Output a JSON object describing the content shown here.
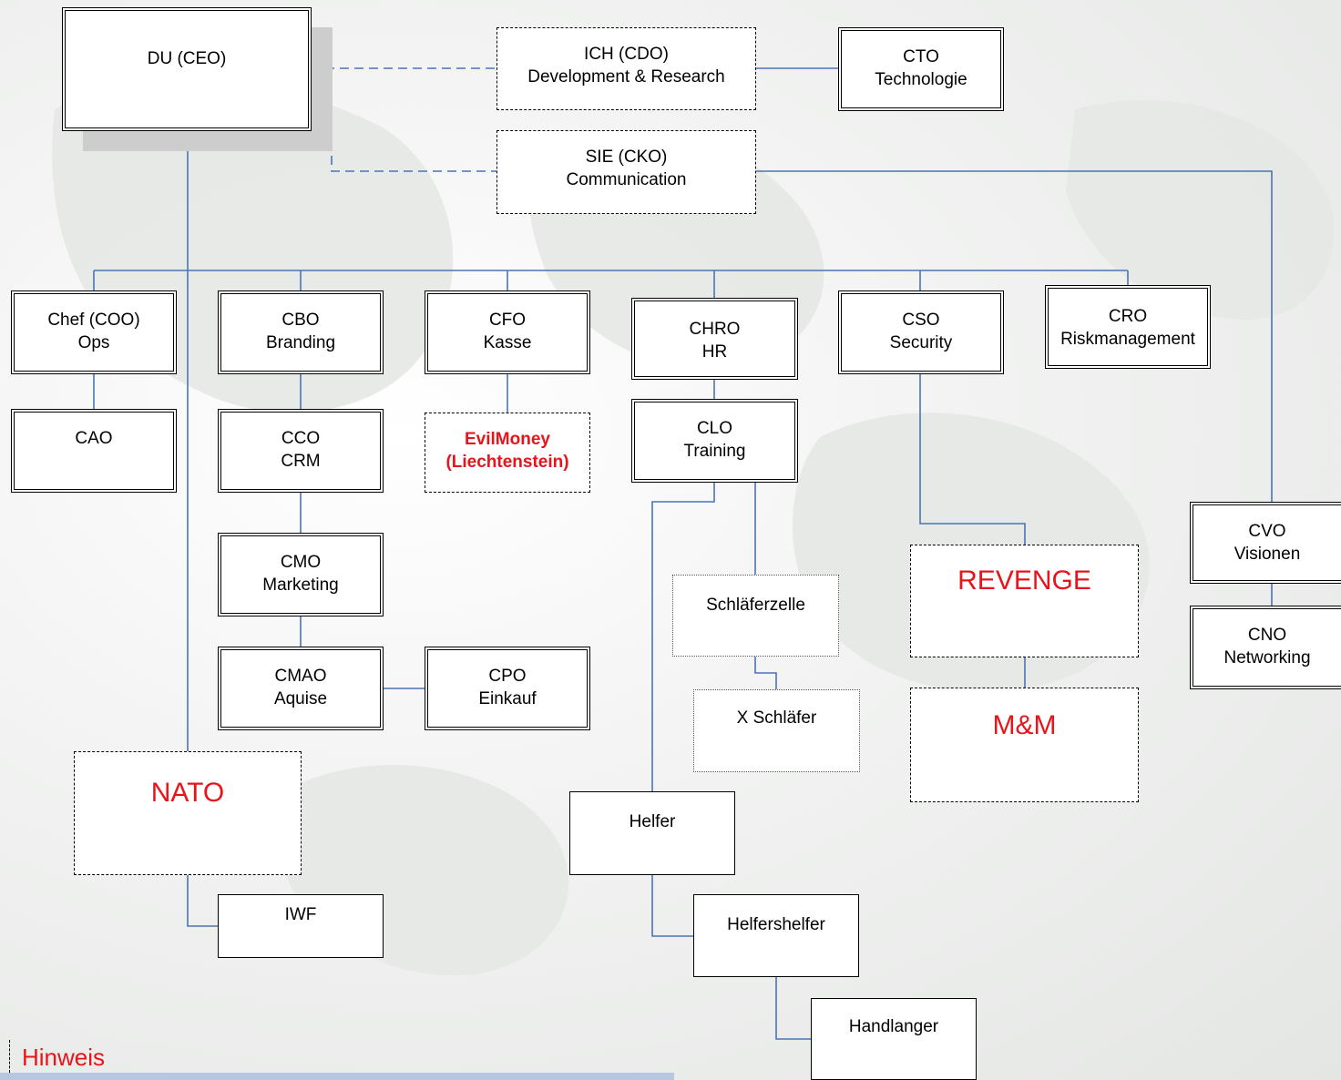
{
  "nodes": {
    "ceo": {
      "line1": "DU (CEO)"
    },
    "cdo": {
      "line1": "ICH (CDO)",
      "line2": "Development & Research"
    },
    "cto": {
      "line1": "CTO",
      "line2": "Technologie"
    },
    "cko": {
      "line1": "SIE (CKO)",
      "line2": "Communication"
    },
    "coo": {
      "line1": "Chef (COO)",
      "line2": "Ops"
    },
    "cbo": {
      "line1": "CBO",
      "line2": "Branding"
    },
    "cfo": {
      "line1": "CFO",
      "line2": "Kasse"
    },
    "chro": {
      "line1": "CHRO",
      "line2": "HR"
    },
    "cso": {
      "line1": "CSO",
      "line2": "Security"
    },
    "cro": {
      "line1": "CRO",
      "line2": "Riskmanagement"
    },
    "cao": {
      "line1": "CAO"
    },
    "cco": {
      "line1": "CCO",
      "line2": "CRM"
    },
    "evilmoney": {
      "line1": "EvilMoney",
      "line2": "(Liechtenstein)"
    },
    "clo": {
      "line1": "CLO",
      "line2": "Training"
    },
    "cmo": {
      "line1": "CMO",
      "line2": "Marketing"
    },
    "schlaeferzelle": {
      "line1": "Schläferzelle"
    },
    "revenge": {
      "line1": "REVENGE"
    },
    "cvo": {
      "line1": "CVO",
      "line2": "Visionen"
    },
    "cmao": {
      "line1": "CMAO",
      "line2": "Aquise"
    },
    "cpo": {
      "line1": "CPO",
      "line2": "Einkauf"
    },
    "xschlaefer": {
      "line1": "X Schläfer"
    },
    "mm": {
      "line1": "M&M"
    },
    "cno": {
      "line1": "CNO",
      "line2": "Networking"
    },
    "nato": {
      "line1": "NATO"
    },
    "helfer": {
      "line1": "Helfer"
    },
    "iwf": {
      "line1": "IWF"
    },
    "helfershelfer": {
      "line1": "Helfershelfer"
    },
    "handlanger": {
      "line1": "Handlanger"
    }
  },
  "footer": {
    "hint": "Hinweis"
  },
  "colors": {
    "connector": "#4a74b6",
    "highlight_text": "#e8141c"
  }
}
